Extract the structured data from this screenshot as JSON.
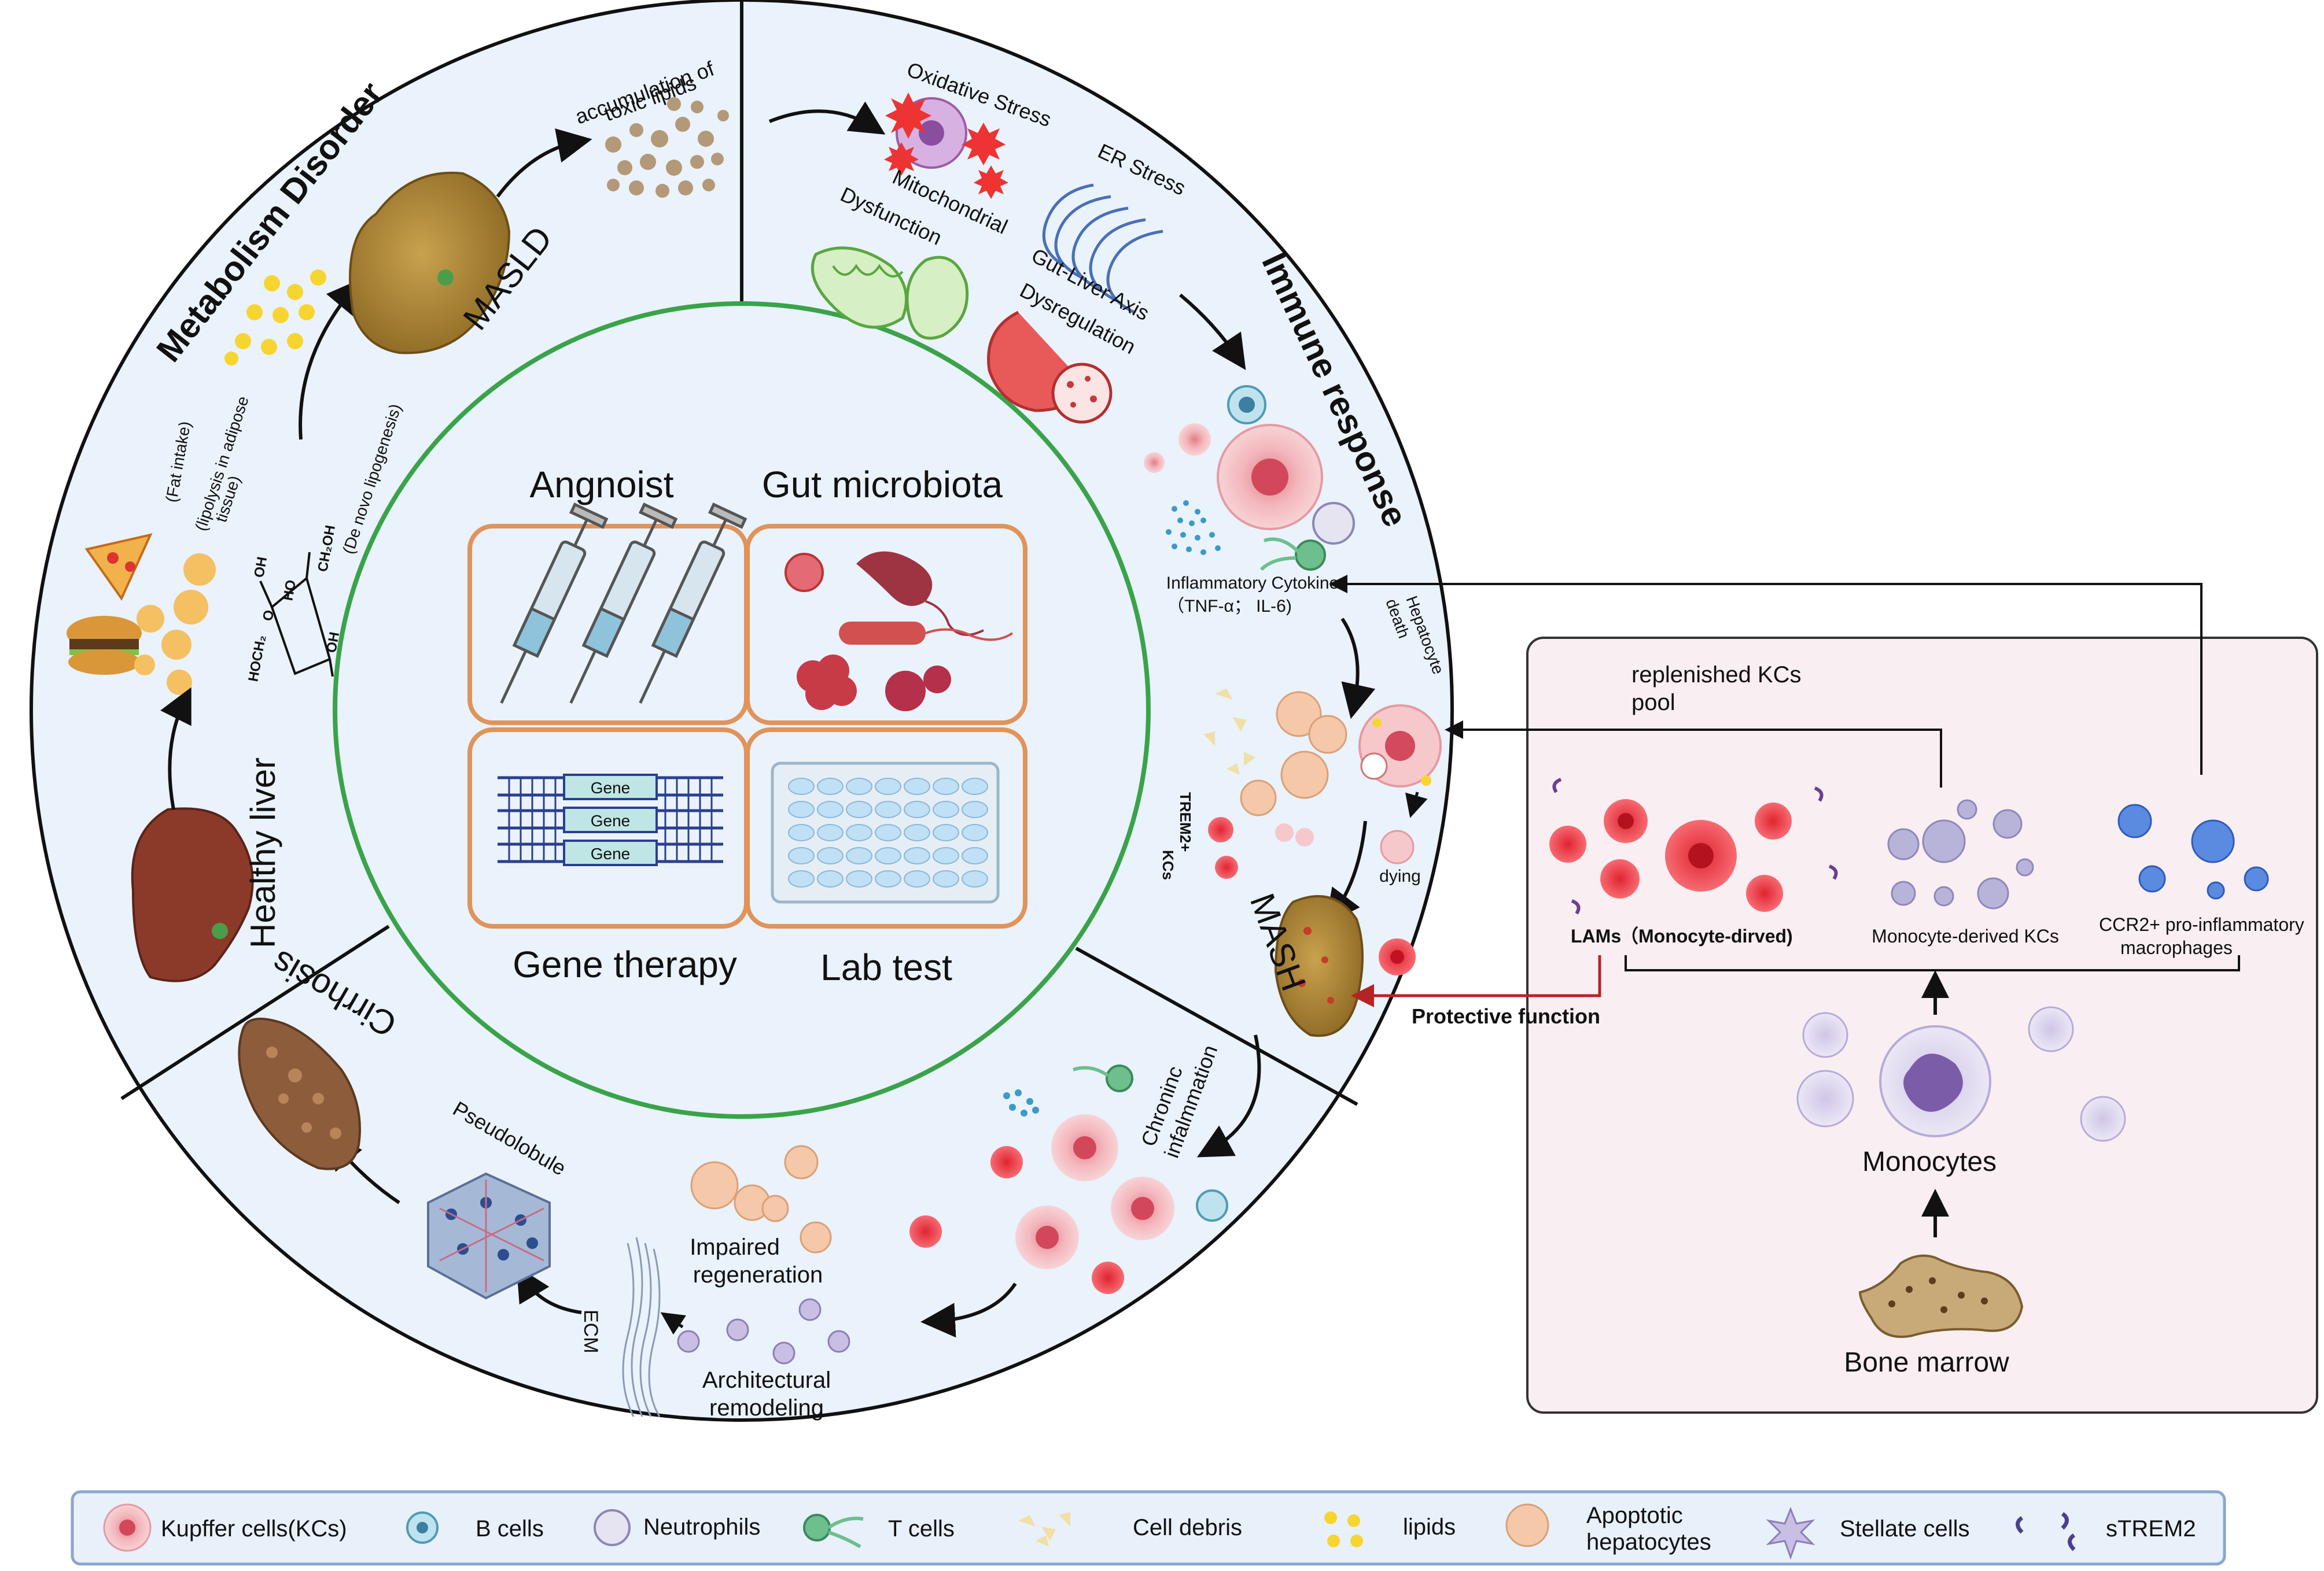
{
  "center": {
    "agonist": "Angnoist",
    "gut_microbiota": "Gut microbiota",
    "gene_therapy": "Gene therapy",
    "lab_test": "Lab test",
    "gene_labels": [
      "Gene",
      "Gene",
      "Gene"
    ]
  },
  "ring": {
    "metabolism_disorder": "Metabolism Disorder",
    "immune_response": "Immune response",
    "masld": "MASLD",
    "mash": "MASH",
    "cirrhosis": "Cirrhosis",
    "healthy_liver": "Healthy liver",
    "fat_intake": "(Fat intake)",
    "lipolysis_1": "(lipolysis in adipose",
    "lipolysis_2": "tissue)",
    "de_novo": "(De novo lipogenesis)",
    "toxic_lipids_1": "accumulation of",
    "toxic_lipids_2": "toxic lipids",
    "oxidative_stress": "Oxidative Stress",
    "mito_1": "Mitochondrial",
    "mito_2": "Dysfunction",
    "er_stress": "ER Stress",
    "gut_liver_1": "Gut-Liver Axis",
    "gut_liver_2": "Dysregulation",
    "cytokine_1": "Inflammatory Cytokine",
    "cytokine_2": "（TNF-α； IL-6)",
    "hepatocyte_death_1": "Hepatocyte",
    "hepatocyte_death_2": "death",
    "dying": "dying",
    "trem2_kcs_1": "TREM2+",
    "trem2_kcs_2": "KCs",
    "chronic_1": "Chroninc",
    "chronic_2": "infalmmation",
    "impaired_1": "Impaired",
    "impaired_2": "regeneration",
    "arch_1": "Architectural",
    "arch_2": "remodeling",
    "ecm": "ECM",
    "pseudolobule": "Pseudolobule",
    "sugar_labels": {
      "oh1": "OH",
      "ch2oh": "CH₂OH",
      "ho": "HO",
      "o": "O",
      "hoch2": "HOCH₂",
      "oh2": "OH"
    }
  },
  "panel": {
    "replenished_1": "replenished KCs",
    "replenished_2": "pool",
    "lams_bold": "LAMs",
    "lams_rest": "（Monocyte-dirved)",
    "monocyte_kcs": "Monocyte-derived KCs",
    "ccr2_1": "CCR2+ pro-inflammatory",
    "ccr2_2": "macrophages",
    "monocytes": "Monocytes",
    "bone_marrow": "Bone marrow",
    "protective": "Protective function"
  },
  "legend": {
    "items": [
      "Kupffer cells(KCs)",
      "B cells",
      "Neutrophils",
      "T cells",
      "Cell debris",
      "lipids",
      "Apoptotic",
      "hepatocytes",
      "Stellate cells",
      "sTREM2"
    ]
  },
  "colors": {
    "ring_fill": "#eaf2fb",
    "green_ring": "#3aa34a",
    "orange_box": "#e0935a",
    "panel_fill": "#f9eef2",
    "red_arrow": "#b52424",
    "legend_fill": "#e8f0fa",
    "legend_border": "#8aa6cf"
  }
}
